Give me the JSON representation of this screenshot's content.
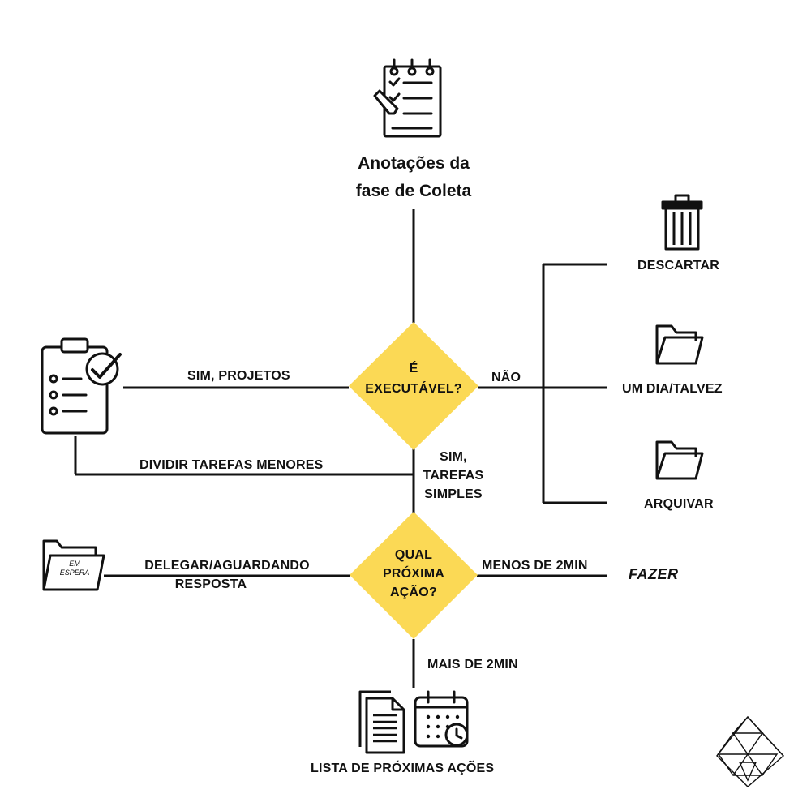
{
  "title": {
    "line1": "Anotações da",
    "line2": "fase de Coleta"
  },
  "decision1": {
    "line1": "É",
    "line2": "EXECUTÁVEL?"
  },
  "decision2": {
    "line1": "QUAL",
    "line2": "PRÓXIMA",
    "line3": "AÇÃO?"
  },
  "edges": {
    "sim_projetos": "SIM, PROJETOS",
    "nao": "NÃO",
    "dividir": "DIVIDIR TAREFAS MENORES",
    "sim_simples": {
      "line1": "SIM,",
      "line2": "TAREFAS",
      "line3": "SIMPLES"
    },
    "delegar": {
      "line1": "DELEGAR/AGUARDANDO",
      "line2": "RESPOSTA"
    },
    "menos_2min": "MENOS DE 2MIN",
    "mais_2min": "MAIS DE 2MIN"
  },
  "outcomes": {
    "descartar": "DESCARTAR",
    "um_dia": "UM DIA/TALVEZ",
    "arquivar": "ARQUIVAR",
    "fazer": "FAZER",
    "lista": "LISTA DE PRÓXIMAS AÇÕES"
  },
  "em_espera": {
    "line1": "EM",
    "line2": "ESPERA"
  },
  "colors": {
    "diamond": "#FBD955",
    "line": "#111111"
  },
  "icons": [
    "notepad-icon",
    "trash-icon",
    "folder-icon",
    "clipboard-check-icon",
    "document-icon",
    "calendar-clock-icon",
    "logo-icon"
  ]
}
